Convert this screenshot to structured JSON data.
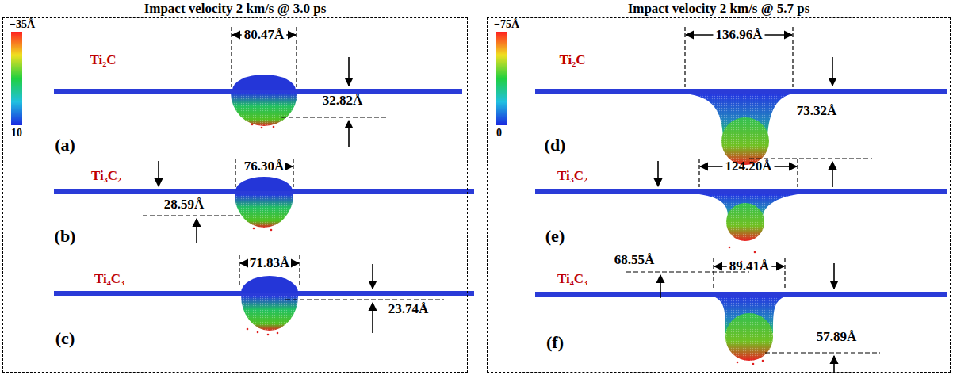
{
  "diagram": {
    "nodes": [
      {
        "text": [
          "Impact velocity 2 km/s @ 3.0 ps"
        ]
      },
      {
        "text": [
          "Impact velocity 2 km/s @ 5.7 ps"
        ]
      }
    ],
    "labels": [
      "−35Å",
      "10",
      "Ti₂C",
      "80.47Å",
      "32.82Å",
      "(a)",
      "Ti₃C₂",
      "76.30Å",
      "28.59Å",
      "(b)",
      "Ti₄C₃",
      "71.83Å",
      "23.74Å",
      "(c)",
      "−75Å",
      "0",
      "Ti₂C",
      "136.96Å",
      "73.32Å",
      "(d)",
      "Ti₃C₂",
      "124.20Å",
      "68.55Å",
      "(e)",
      "Ti₄C₃",
      "89.41Å",
      "57.89Å",
      "(f)"
    ]
  }
}
